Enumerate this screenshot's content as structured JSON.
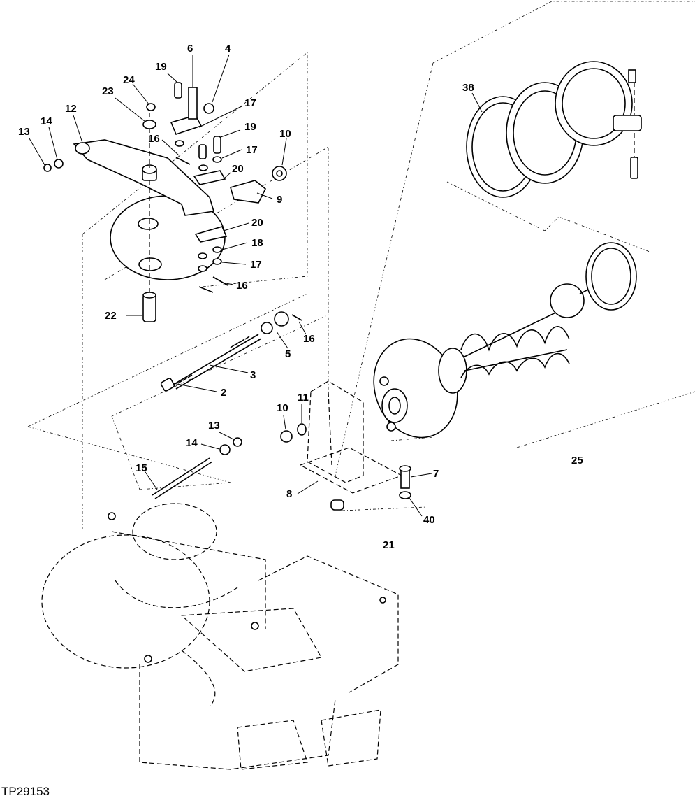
{
  "figure_id": "TP29153",
  "callouts": [
    {
      "key": "c6",
      "text": "6"
    },
    {
      "key": "c4",
      "text": "4"
    },
    {
      "key": "c19a",
      "text": "19"
    },
    {
      "key": "c24",
      "text": "24"
    },
    {
      "key": "c23",
      "text": "23"
    },
    {
      "key": "c17a",
      "text": "17"
    },
    {
      "key": "c12",
      "text": "12"
    },
    {
      "key": "c14a",
      "text": "14"
    },
    {
      "key": "c13a",
      "text": "13"
    },
    {
      "key": "c19b",
      "text": "19"
    },
    {
      "key": "c10a",
      "text": "10"
    },
    {
      "key": "c16a",
      "text": "16"
    },
    {
      "key": "c17b",
      "text": "17"
    },
    {
      "key": "c20a",
      "text": "20"
    },
    {
      "key": "c9",
      "text": "9"
    },
    {
      "key": "c20b",
      "text": "20"
    },
    {
      "key": "c18",
      "text": "18"
    },
    {
      "key": "c17c",
      "text": "17"
    },
    {
      "key": "c16b",
      "text": "16"
    },
    {
      "key": "c22",
      "text": "22"
    },
    {
      "key": "c16c",
      "text": "16"
    },
    {
      "key": "c5",
      "text": "5"
    },
    {
      "key": "c3",
      "text": "3"
    },
    {
      "key": "c2",
      "text": "2"
    },
    {
      "key": "c38",
      "text": "38"
    },
    {
      "key": "c10b",
      "text": "10"
    },
    {
      "key": "c11",
      "text": "11"
    },
    {
      "key": "c13b",
      "text": "13"
    },
    {
      "key": "c14b",
      "text": "14"
    },
    {
      "key": "c15",
      "text": "15"
    },
    {
      "key": "c7",
      "text": "7"
    },
    {
      "key": "c8",
      "text": "8"
    },
    {
      "key": "c40",
      "text": "40"
    },
    {
      "key": "c21",
      "text": "21"
    },
    {
      "key": "c25",
      "text": "25"
    }
  ]
}
